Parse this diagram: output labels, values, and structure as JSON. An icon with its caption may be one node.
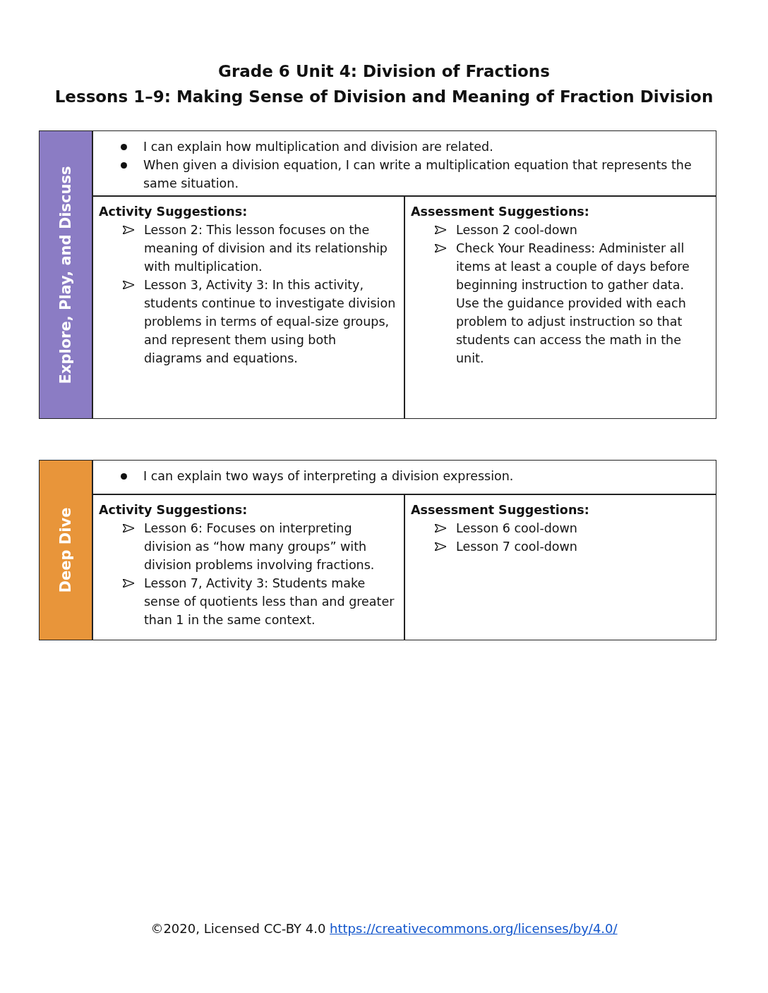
{
  "diagram": {
    "title": "Grade 6 Unit 4: Division of Fractions",
    "nodes": [
      {
        "text": [
          "Explore, Play, and Discuss"
        ]
      },
      {
        "text": [
          "I can explain how multiplication and division are related.",
          "When given a division equation, I can write a multiplication equation that represents the same situation."
        ]
      },
      {
        "text": [
          "Activity Suggestions:",
          "Lesson 2: This lesson focuses on the meaning of division and its relationship with multiplication.",
          "Lesson 3, Activity 3: In this activity, students continue to investigate division problems in terms of equal-size groups, and represent them using both diagrams and equations."
        ]
      },
      {
        "text": [
          "Assessment Suggestions:",
          "Lesson 2 cool-down",
          "Check Your Readiness: Administer all items at least a couple of days before beginning instruction to gather data. Use the guidance provided with each problem to adjust instruction so that students can access the math in the unit."
        ]
      },
      {
        "text": [
          "Deep Dive"
        ]
      },
      {
        "text": [
          "I can explain two ways of interpreting a division expression."
        ]
      },
      {
        "text": [
          "Activity Suggestions:",
          "Lesson 6: Focuses on interpreting division as “how many groups” with division problems involving fractions.",
          "Lesson 7, Activity 3: Students make sense of quotients less than and greater than 1 in the same context."
        ]
      },
      {
        "text": [
          "Assessment Suggestions:",
          "Lesson 6 cool-down",
          "Lesson 7 cool-down"
        ]
      }
    ],
    "edges": [],
    "labels": [
      "Lessons 1–9: Making Sense of Division and Meaning of Fraction Division",
      "©2020, Licensed CC-BY 4.0",
      "https://creativecommons.org/licenses/by/4.0/"
    ]
  }
}
